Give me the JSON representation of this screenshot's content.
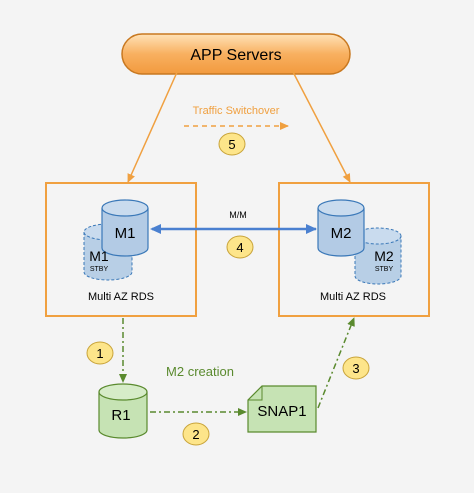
{
  "app_servers": {
    "label": "APP  Servers"
  },
  "traffic_switchover": {
    "label": "Traffic Switchover",
    "step": "5"
  },
  "left_box": {
    "primary": "M1",
    "standby": "M1",
    "standby_sub": "STBY",
    "label": "Multi AZ RDS"
  },
  "right_box": {
    "primary": "M2",
    "standby": "M2",
    "standby_sub": "STBY",
    "label": "Multi AZ RDS"
  },
  "replication": {
    "label": "M/M",
    "step": "4"
  },
  "m2_creation": {
    "label": "M2 creation"
  },
  "replica": {
    "label": "R1"
  },
  "snapshot": {
    "label": "SNAP1"
  },
  "steps": {
    "one": "1",
    "two": "2",
    "three": "3"
  },
  "colors": {
    "orange": "#f0a040",
    "green": "#5a8a2e",
    "db_blue": "#b8cfe6",
    "db_stroke": "#3a78b8",
    "snap_green": "#c6e3b4",
    "step_yellow": "#fde58a",
    "blue_arrow": "#4a80d0"
  }
}
